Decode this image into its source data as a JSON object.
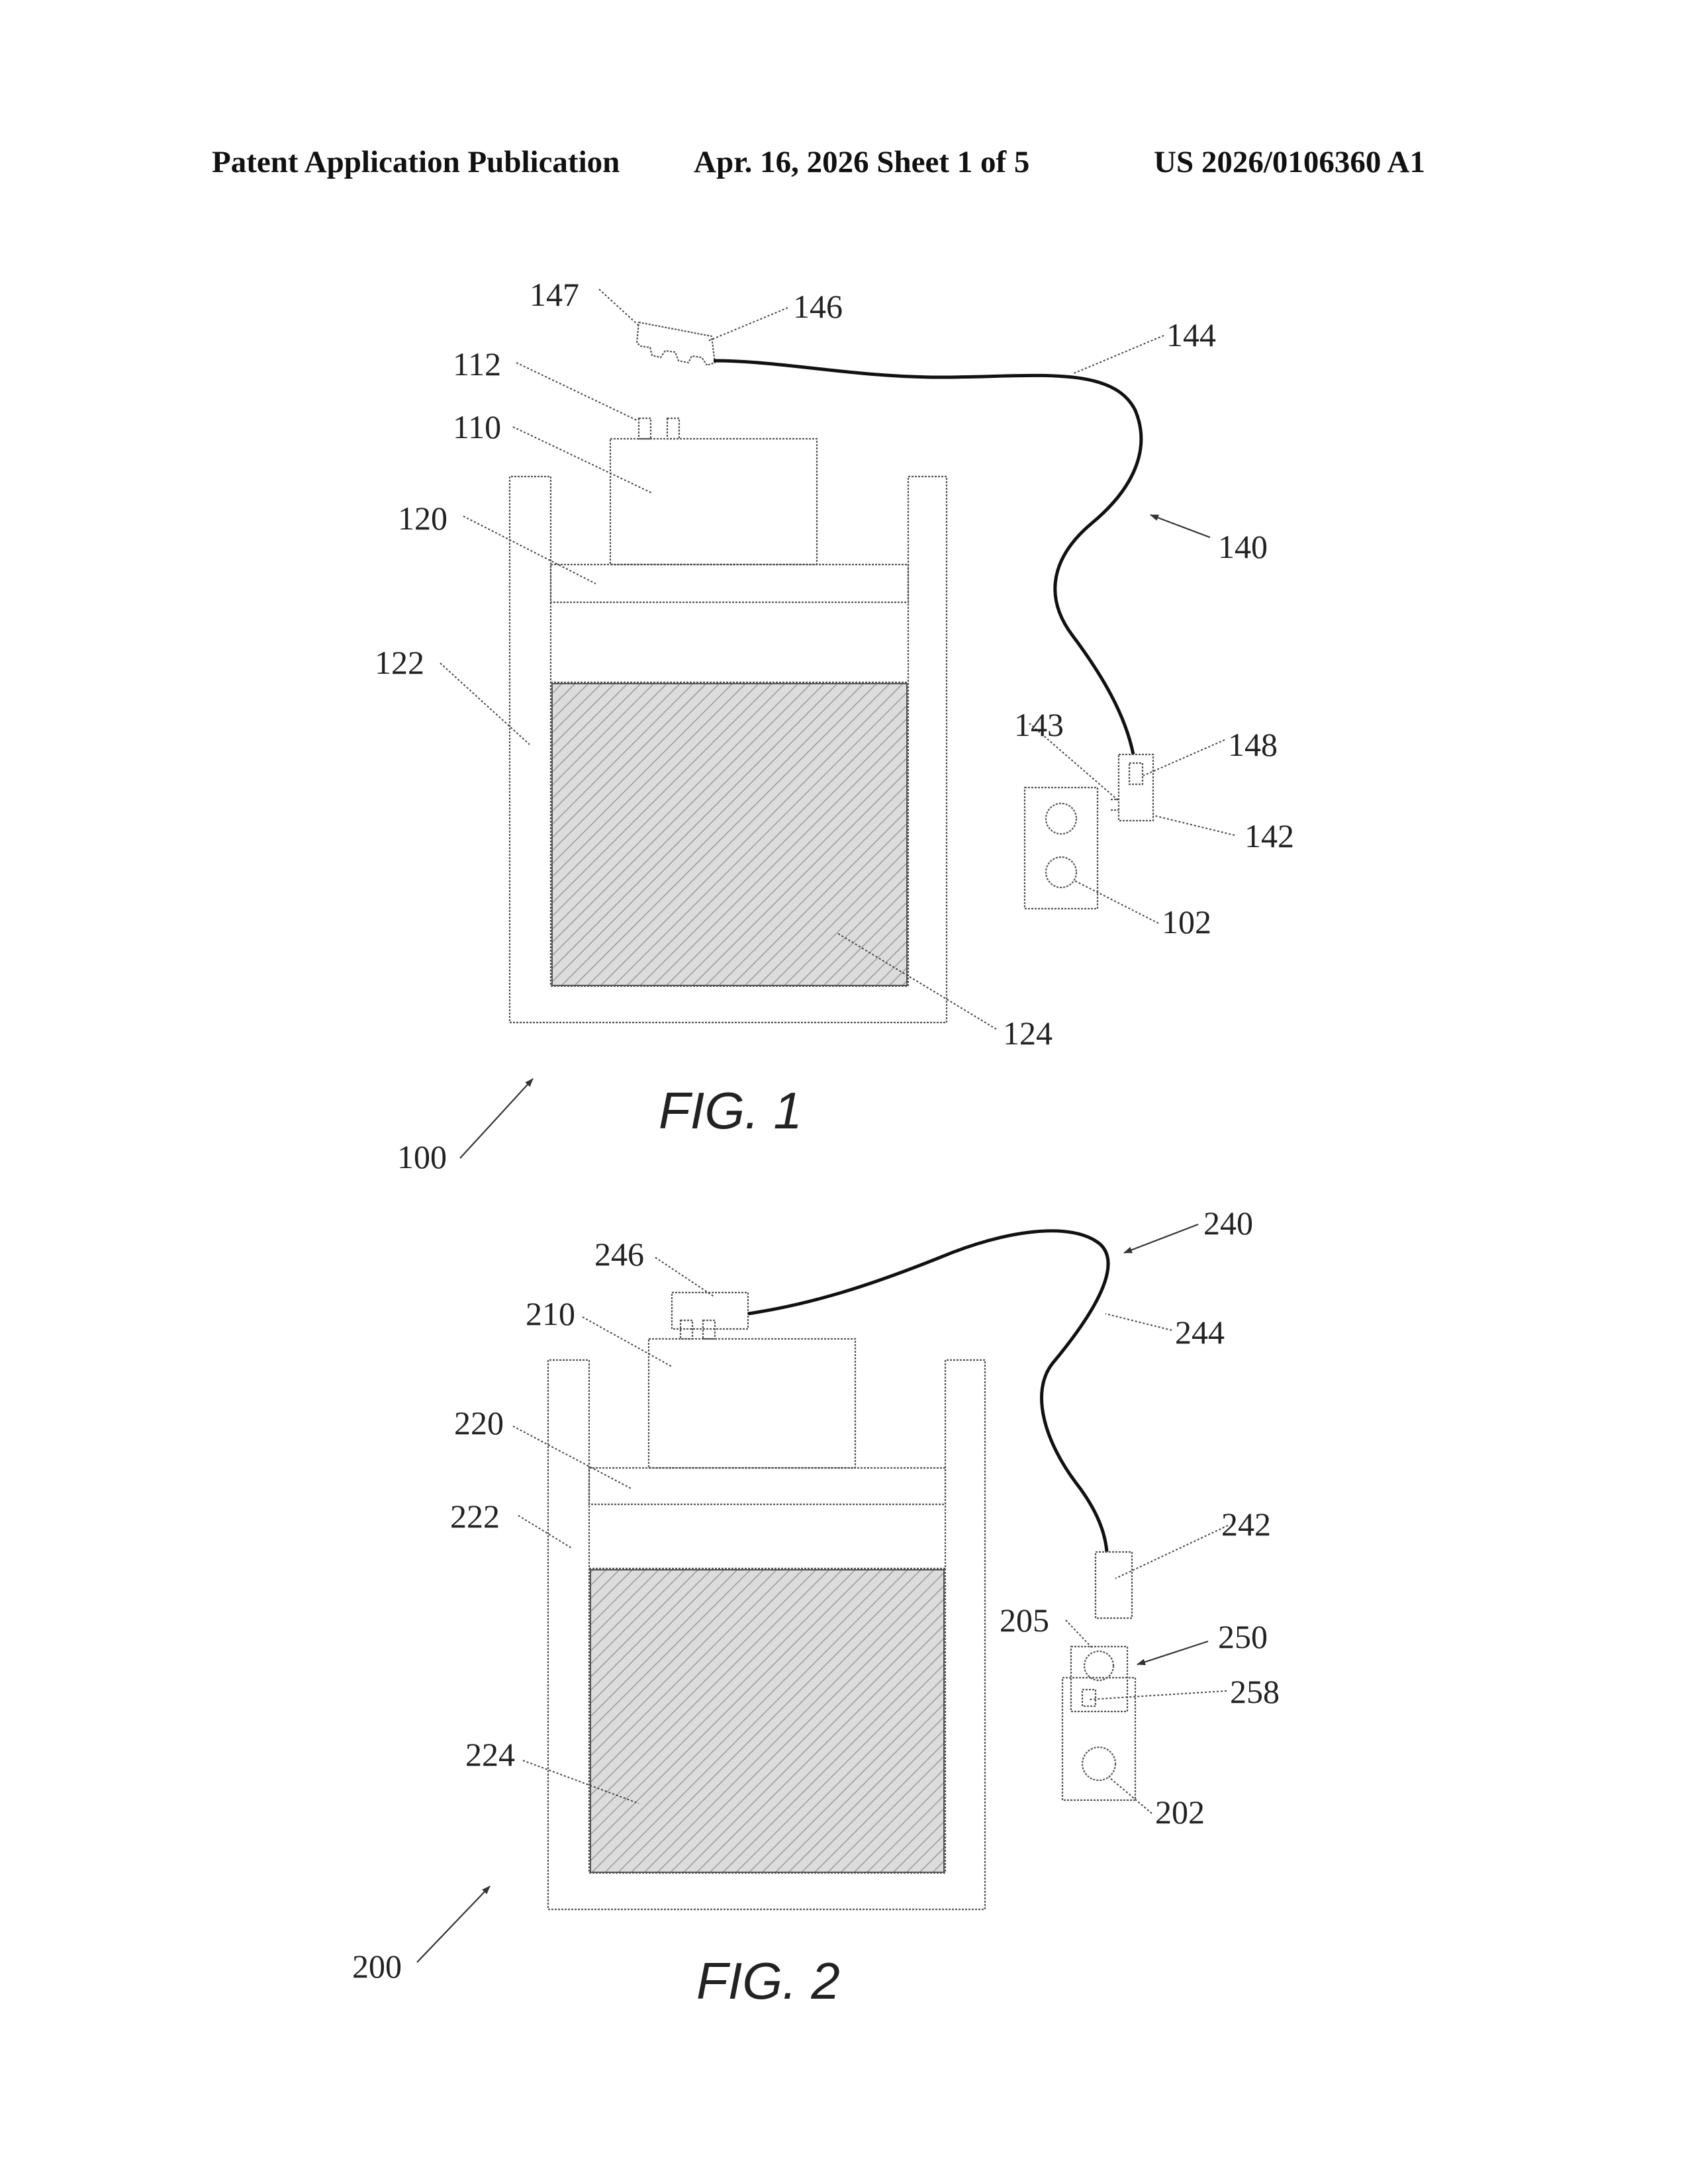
{
  "header": {
    "left": "Patent Application Publication",
    "center": "Apr. 16, 2026  Sheet 1 of 5",
    "right": "US 2026/0106360 A1"
  },
  "fig1": {
    "caption": "FIG. 1",
    "refs": {
      "r100": "100",
      "r102": "102",
      "r110": "110",
      "r112": "112",
      "r120": "120",
      "r122": "122",
      "r124": "124",
      "r140": "140",
      "r142": "142",
      "r143": "143",
      "r144": "144",
      "r146": "146",
      "r147": "147",
      "r148": "148"
    }
  },
  "fig2": {
    "caption": "FIG. 2",
    "refs": {
      "r200": "200",
      "r202": "202",
      "r205": "205",
      "r210": "210",
      "r220": "220",
      "r222": "222",
      "r224": "224",
      "r240": "240",
      "r242": "242",
      "r244": "244",
      "r246": "246",
      "r250": "250",
      "r258": "258"
    }
  }
}
